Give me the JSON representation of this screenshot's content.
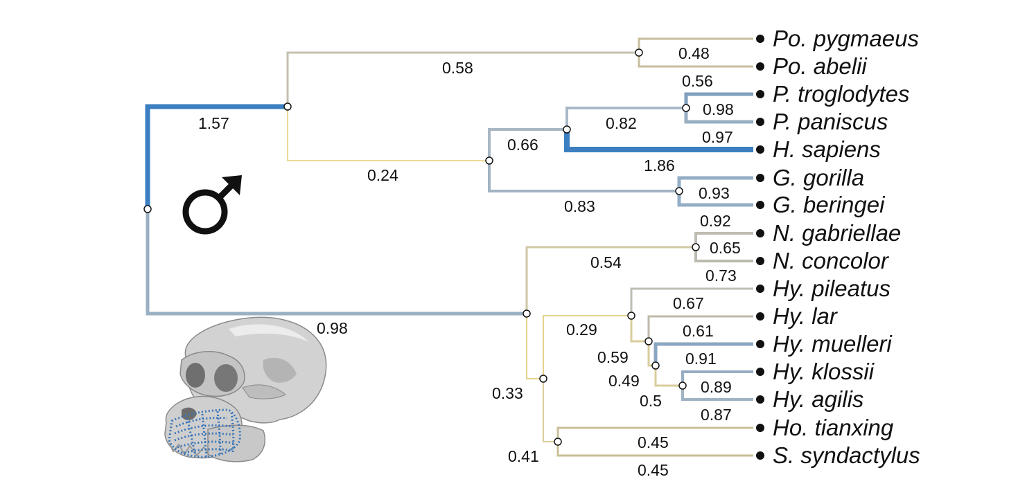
{
  "symbol": "♂",
  "taxa": [
    "Po. pygmaeus",
    "Po. abelii",
    "P. troglodytes",
    "P. paniscus",
    "H. sapiens",
    "G. gorilla",
    "G. beringei",
    "N. gabriellae",
    "N. concolor",
    "Hy. pileatus",
    "Hy. lar",
    "Hy. muelleri",
    "Hy. klossii",
    "Hy. agilis",
    "Ho. tianxing",
    "S. syndactylus"
  ],
  "branch_values": {
    "root_to_great_apes": "1.57",
    "great_apes_to_pongo": "0.58",
    "pongo_split": "0.48",
    "great_apes_to_african": "0.24",
    "african_to_hominini": "0.66",
    "hominini_to_pan": "0.82",
    "pan_troglodytes": "0.56",
    "pan_split": "0.98",
    "pan_paniscus": "0.97",
    "homo_sapiens": "1.86",
    "african_to_gorilla": "0.83",
    "gorilla_split": "0.93",
    "nomascus_gabriellae": "0.92",
    "nomascus_split": "0.65",
    "gibbons_to_nomascus": "0.54",
    "nomascus_concolor": "0.73",
    "root_to_gibbons": "0.98",
    "hylobates_to_pileatus": "0.67",
    "hylobates_lar": "0.61",
    "lower_gibbons_to_hylobates": "0.29",
    "hylobates_muelleri": "0.91",
    "lar_to_muelleri": "0.59",
    "muelleri_to_klossii": "0.49",
    "klossii_split": "0.89",
    "klossii_to_agilis": "0.5",
    "hylobates_agilis": "0.87",
    "gibbons_to_lower": "0.33",
    "hoolock_tianxing": "0.45",
    "lower_to_hoolock_siamang": "0.41",
    "symphalangus_syndactylus": "0.45"
  },
  "colors": {
    "strong_blue": "#3b7fc0",
    "mid_blue": "#8aa8c0",
    "light_blue": "#a6b8c8",
    "gray": "#bcb8ac",
    "tan": "#c9bf9a",
    "yellow": "#e6d48c",
    "skull_fill": "#d2d2d2",
    "skull_shade": "#8a8a8a",
    "landmark_dots": "#3a76b8"
  },
  "icons": [
    "male-symbol-icon",
    "skull-illustration"
  ]
}
